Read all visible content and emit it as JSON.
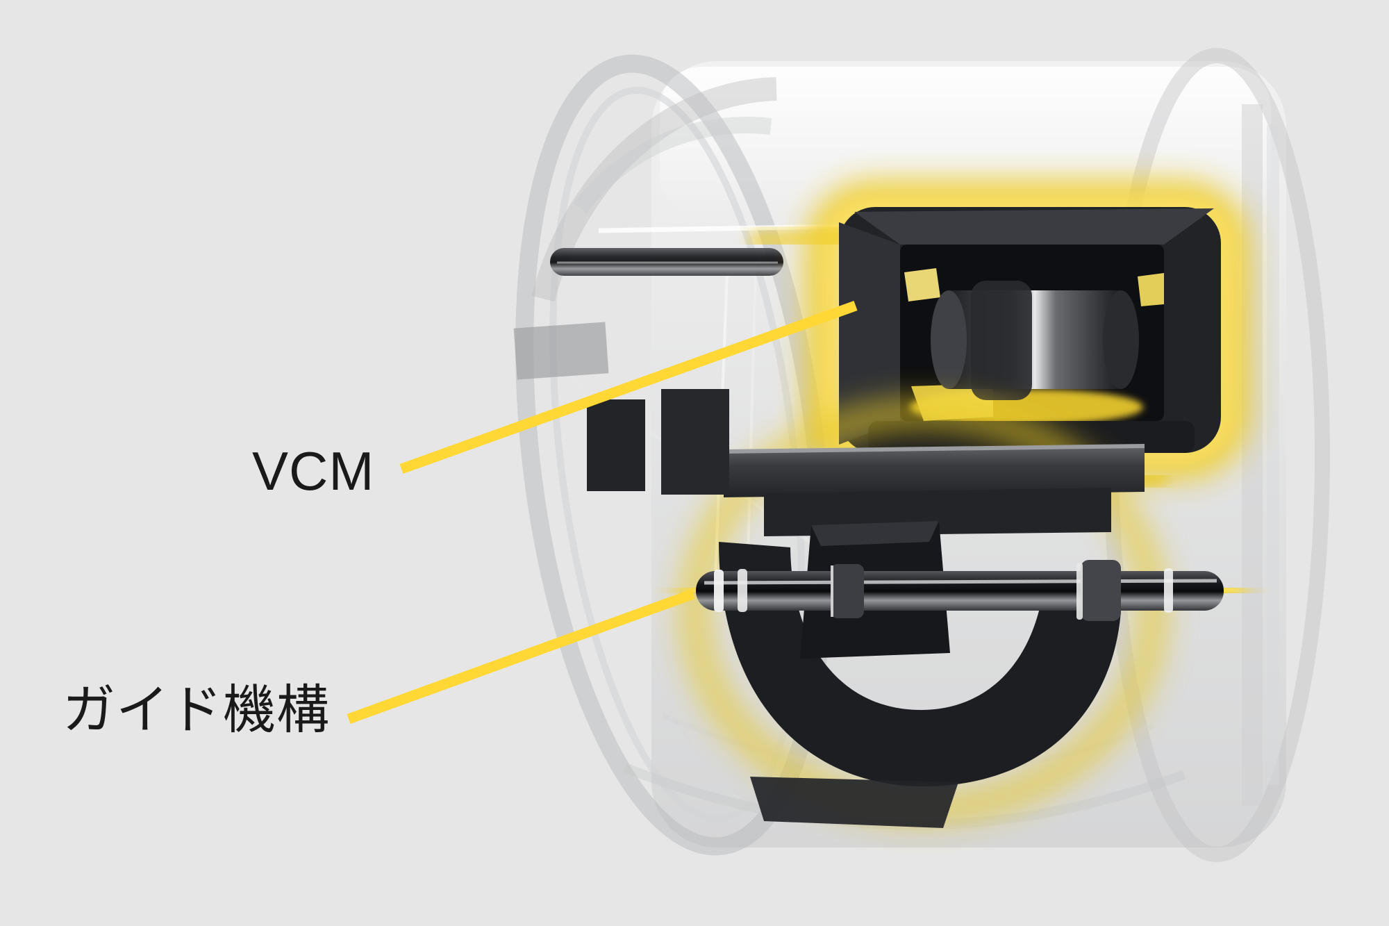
{
  "diagram": {
    "labels": {
      "vcm": "VCM",
      "guide": "ガイド機構"
    },
    "parts": [
      {
        "id": "vcm-unit",
        "label": "VCM",
        "highlighted": true
      },
      {
        "id": "guide-shaft",
        "label": "ガイド機構",
        "highlighted": true
      }
    ]
  },
  "colors": {
    "background": "#e6e6e6",
    "accent": "#ffd835",
    "glow": "#f0cd25",
    "glow_soft": "#ffe35a",
    "hardware_dark": "#202124",
    "text": "#1a1a1a"
  }
}
